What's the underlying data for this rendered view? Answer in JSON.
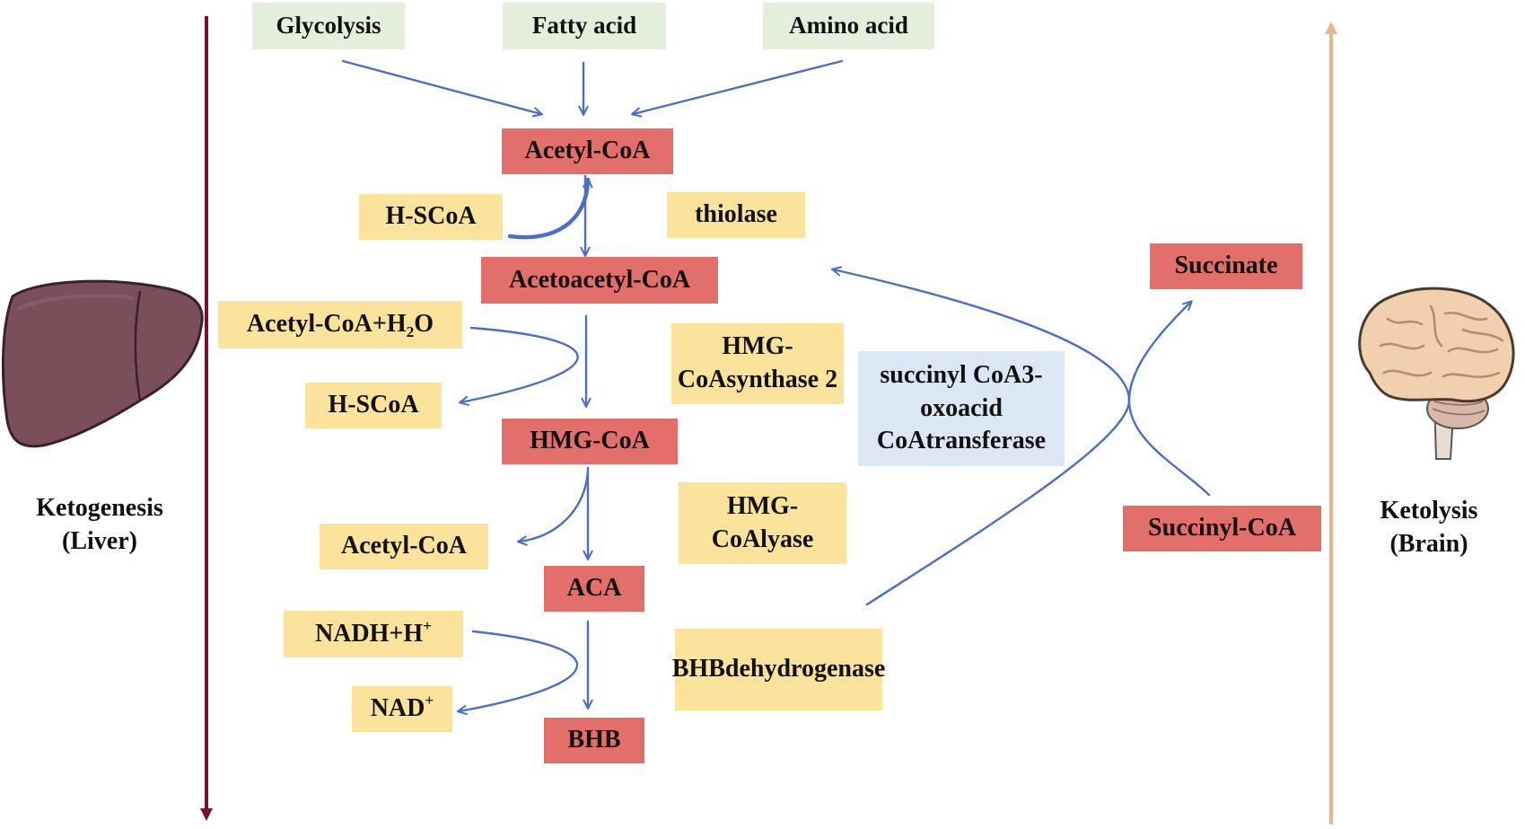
{
  "sources": {
    "glycolysis": "Glycolysis",
    "fatty_acid": "Fatty acid",
    "amino_acid": "Amino acid"
  },
  "metabolites": {
    "acetyl_coa": "Acetyl-CoA",
    "acetoacetyl_coa": "Acetoacetyl-CoA",
    "hmg_coa": "HMG-CoA",
    "aca": "ACA",
    "bhb": "BHB",
    "succinate": "Succinate",
    "succinyl_coa": "Succinyl-CoA"
  },
  "cofactors": {
    "hscoa_1": "H-SCoA",
    "acetyl_coa_h2o_main": "Acetyl-CoA+H",
    "acetyl_coa_h2o_sub": "2",
    "acetyl_coa_h2o_end": "O",
    "hscoa_2": "H-SCoA",
    "acetyl_coa_2": "Acetyl-CoA",
    "nadh_main": "NADH+H",
    "nadh_sup": "+",
    "nad_main": "NAD",
    "nad_sup": "+"
  },
  "enzymes": {
    "thiolase": "thiolase",
    "hmg_synthase_line1": "HMG-CoA",
    "hmg_synthase_line2": "synthase 2",
    "hmg_lyase_line1": "HMG-CoA",
    "hmg_lyase_line2": "lyase",
    "bhb_dh_line1": "BHB",
    "bhb_dh_line2": "dehydrogenase",
    "scot_line1": "succinyl CoA",
    "scot_line2": "3-oxoacid CoA",
    "scot_line3": "transferase"
  },
  "sides": {
    "ketogenesis_line1": "Ketogenesis",
    "ketogenesis_line2": "(Liver)",
    "ketolysis_line1": "Ketolysis",
    "ketolysis_line2": "(Brain)"
  },
  "icons": {
    "liver": "liver-icon",
    "brain": "brain-icon"
  },
  "colors": {
    "source_box": "#e3efdb",
    "metabolite_box": "#e26f6a",
    "cofactor_box": "#fbe39b",
    "transferase_box": "#dce7f5",
    "arrow": "#4a6fc9",
    "ketogenesis_arrow": "#7a1038",
    "ketolysis_arrow": "#e8b58e",
    "liver": "#7a4f5a",
    "brain": "#f2cfad"
  }
}
